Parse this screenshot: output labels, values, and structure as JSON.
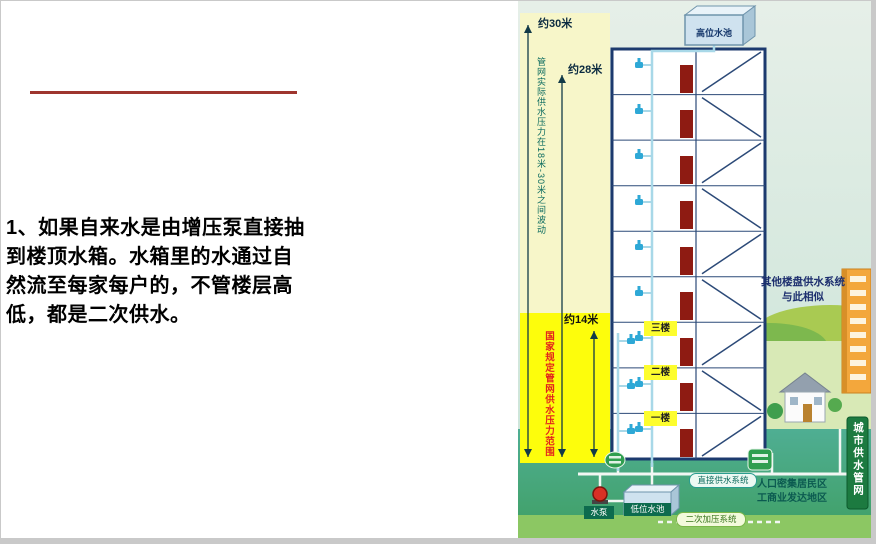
{
  "slide": {
    "body_text": "1、如果自来水是由增压泵直接抽到楼顶水箱。水箱里的水通过自然流至每家每户的，不管楼层高低，都是二次供水。"
  },
  "diagram": {
    "dim_30": "约30米",
    "dim_28": "约28米",
    "dim_14": "约14米",
    "pressure_note": "管网实际供水压力在18米-30米之间波动",
    "national_range": "国家规定管网供水压力范围",
    "high_tank": "高位水池",
    "low_tank": "低位水池",
    "pump": "水泵",
    "floor_3": "三楼",
    "floor_2": "二楼",
    "floor_1": "一楼",
    "other_buildings_line1": "其他楼盘供水系统",
    "other_buildings_line2": "与此相似",
    "city_network": "城市供水管网",
    "direct_system": "直接供水系统",
    "secondary_system": "二次加压系统",
    "residential_area": "人口密集居民区",
    "commercial_area": "工商业发达地区"
  },
  "colors": {
    "accent_red": "#9e352e",
    "highlight_yellow": "#fdfd0c",
    "pale_yellow": "#f7f6c9",
    "water_teal": "#45a98f"
  }
}
